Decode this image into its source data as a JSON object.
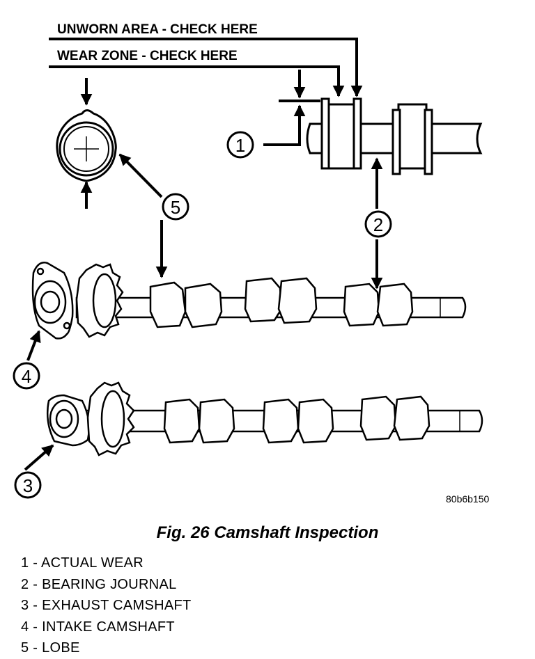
{
  "callouts": {
    "unworn_area": "UNWORN AREA - CHECK HERE",
    "wear_zone": "WEAR ZONE - CHECK HERE"
  },
  "numbers": {
    "n1": "1",
    "n2": "2",
    "n3": "3",
    "n4": "4",
    "n5": "5"
  },
  "image_code": "80b6b150",
  "caption": "Fig. 26 Camshaft Inspection",
  "legend": [
    "1 - ACTUAL WEAR",
    "2 - BEARING JOURNAL",
    "3 - EXHAUST CAMSHAFT",
    "4 - INTAKE CAMSHAFT",
    "5 - LOBE"
  ]
}
